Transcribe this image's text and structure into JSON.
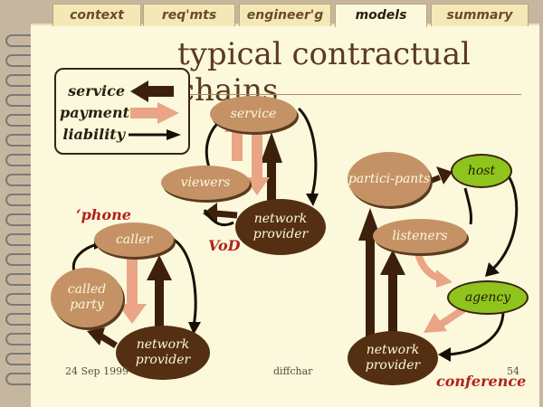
{
  "tabs": [
    {
      "label": "context",
      "active": false
    },
    {
      "label": "req'mts",
      "active": false
    },
    {
      "label": "engineer'g",
      "active": false
    },
    {
      "label": "models",
      "active": true
    },
    {
      "label": "summary",
      "active": false
    }
  ],
  "title": "typical contractual chains",
  "legend": {
    "service": "service",
    "payment": "payment",
    "liability": "liability"
  },
  "nodes": {
    "service": "service",
    "viewers": "viewers",
    "network_provider_vod": "network provider",
    "caller": "caller",
    "called_party": "called party",
    "network_provider_phone": "network provider",
    "participants": "partici-pants",
    "host": "host",
    "listeners": "listeners",
    "agency": "agency",
    "network_provider_conf": "network provider"
  },
  "labels": {
    "phone": "‘phone",
    "vod": "VoD",
    "conference": "conference"
  },
  "footer": {
    "date": "24 Sep 1999",
    "center": "diffchar",
    "page": "54"
  },
  "colors": {
    "service": "#3d200b",
    "payment": "#e9a586",
    "liability": "#1a0f06",
    "accent": "#b3221a",
    "green": "#8fc41d"
  }
}
